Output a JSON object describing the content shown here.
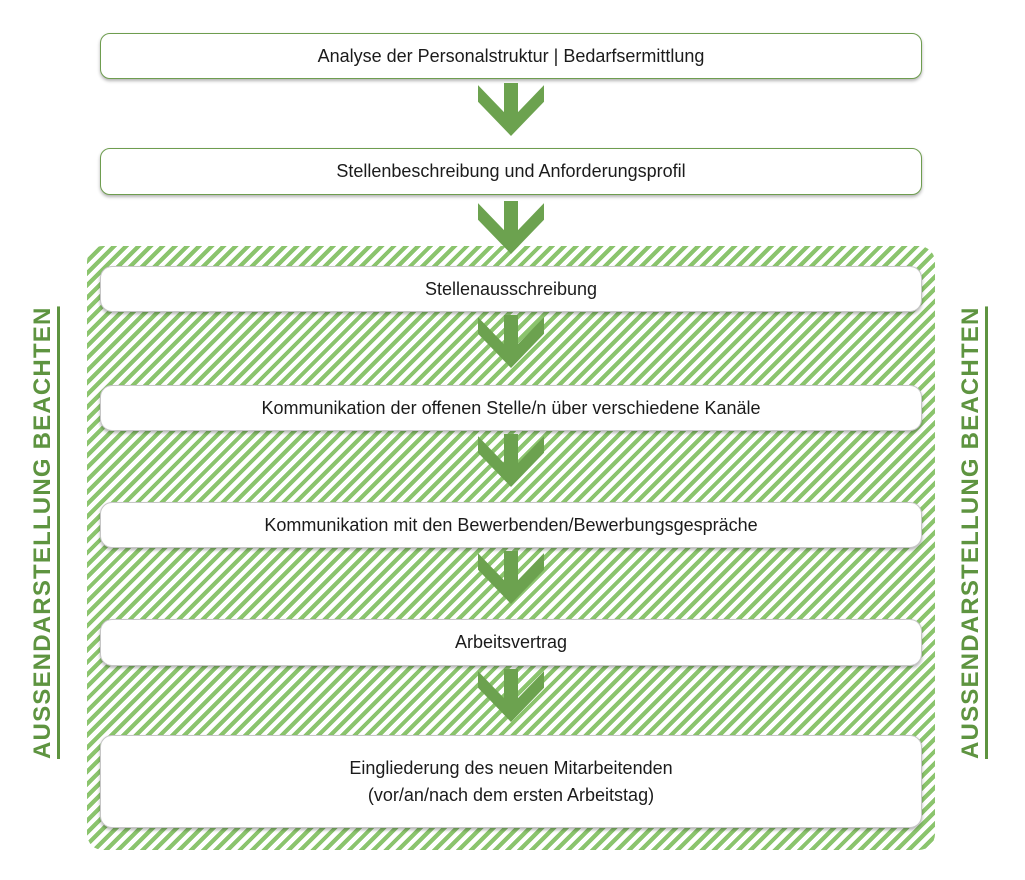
{
  "flow": {
    "steps": [
      {
        "label": "Analyse der Personalstruktur | Bedarfsermittlung",
        "zone": "outside"
      },
      {
        "label": "Stellenbeschreibung und Anforderungsprofil",
        "zone": "outside"
      },
      {
        "label": "Stellenausschreibung",
        "zone": "hatched"
      },
      {
        "label": "Kommunikation der offenen Stelle/n über verschiedene Kanäle",
        "zone": "hatched"
      },
      {
        "label": "Kommunikation mit den Bewerbenden/Bewerbungsgespräche",
        "zone": "hatched"
      },
      {
        "label": "Arbeitsvertrag",
        "zone": "hatched"
      },
      {
        "label_line1": "Eingliederung des neuen Mitarbeitenden",
        "label_line2": "(vor/an/nach dem ersten Arbeitstag)",
        "zone": "hatched"
      }
    ],
    "side_labels": {
      "left": "AUSSENDARSTELLUNG BEACHTEN",
      "right": "AUSSENDARSTELLUNG BEACHTEN"
    },
    "icons": {
      "arrow": "down-arrow-icon"
    },
    "colors": {
      "arrow_green": "#6ca24f",
      "box_border_green": "#6e9d4f",
      "hatch_stripe_green": "#8bc46d",
      "side_label_green": "#5e9440",
      "inner_box_border_gray": "#c6c6c6",
      "text_color": "#1b1b1b"
    }
  }
}
